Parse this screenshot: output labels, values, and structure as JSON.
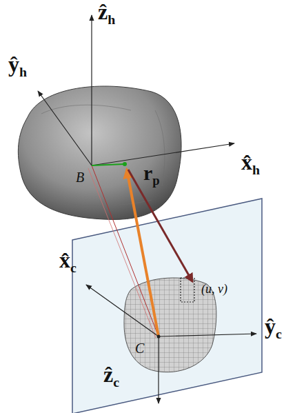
{
  "diagram": {
    "labels": [
      "ẑh",
      "ŷh",
      "x̂h",
      "B",
      "rp",
      "x̂c",
      "(u, v)",
      "ŷc",
      "C",
      "ẑc"
    ]
  }
}
